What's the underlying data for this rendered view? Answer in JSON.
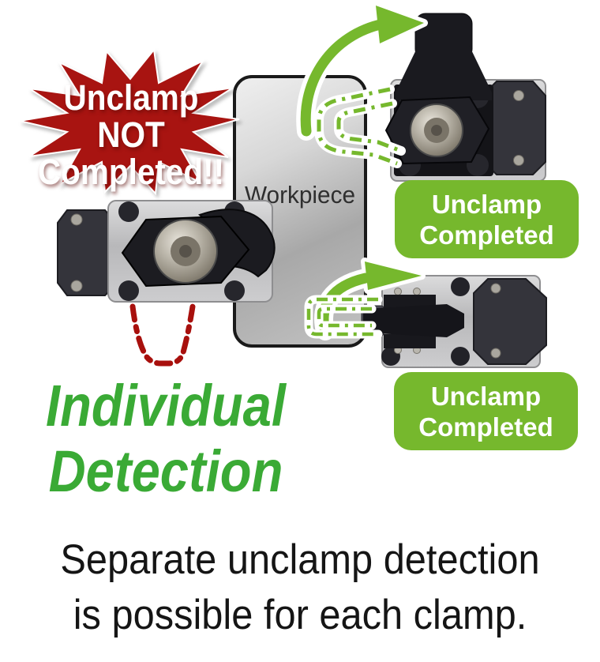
{
  "alert_burst": {
    "line1": "Unclamp NOT",
    "line2": "Completed!!"
  },
  "workpiece": {
    "label": "Workpiece"
  },
  "badge_top": {
    "line1": "Unclamp",
    "line2": "Completed"
  },
  "badge_bottom": {
    "line1": "Unclamp",
    "line2": "Completed"
  },
  "heading": {
    "line1": "Individual",
    "line2": "Detection"
  },
  "caption": {
    "line1": "Separate unclamp detection",
    "line2": "is possible for each clamp."
  },
  "colors": {
    "alert_red": "#a81411",
    "badge_green": "#76b82d",
    "heading_green": "#3aaa35",
    "arrow_green": "#76b82d",
    "detection_dash_green": "#76b82d",
    "failed_dash_red": "#a8100d",
    "caption_text": "#151515"
  }
}
